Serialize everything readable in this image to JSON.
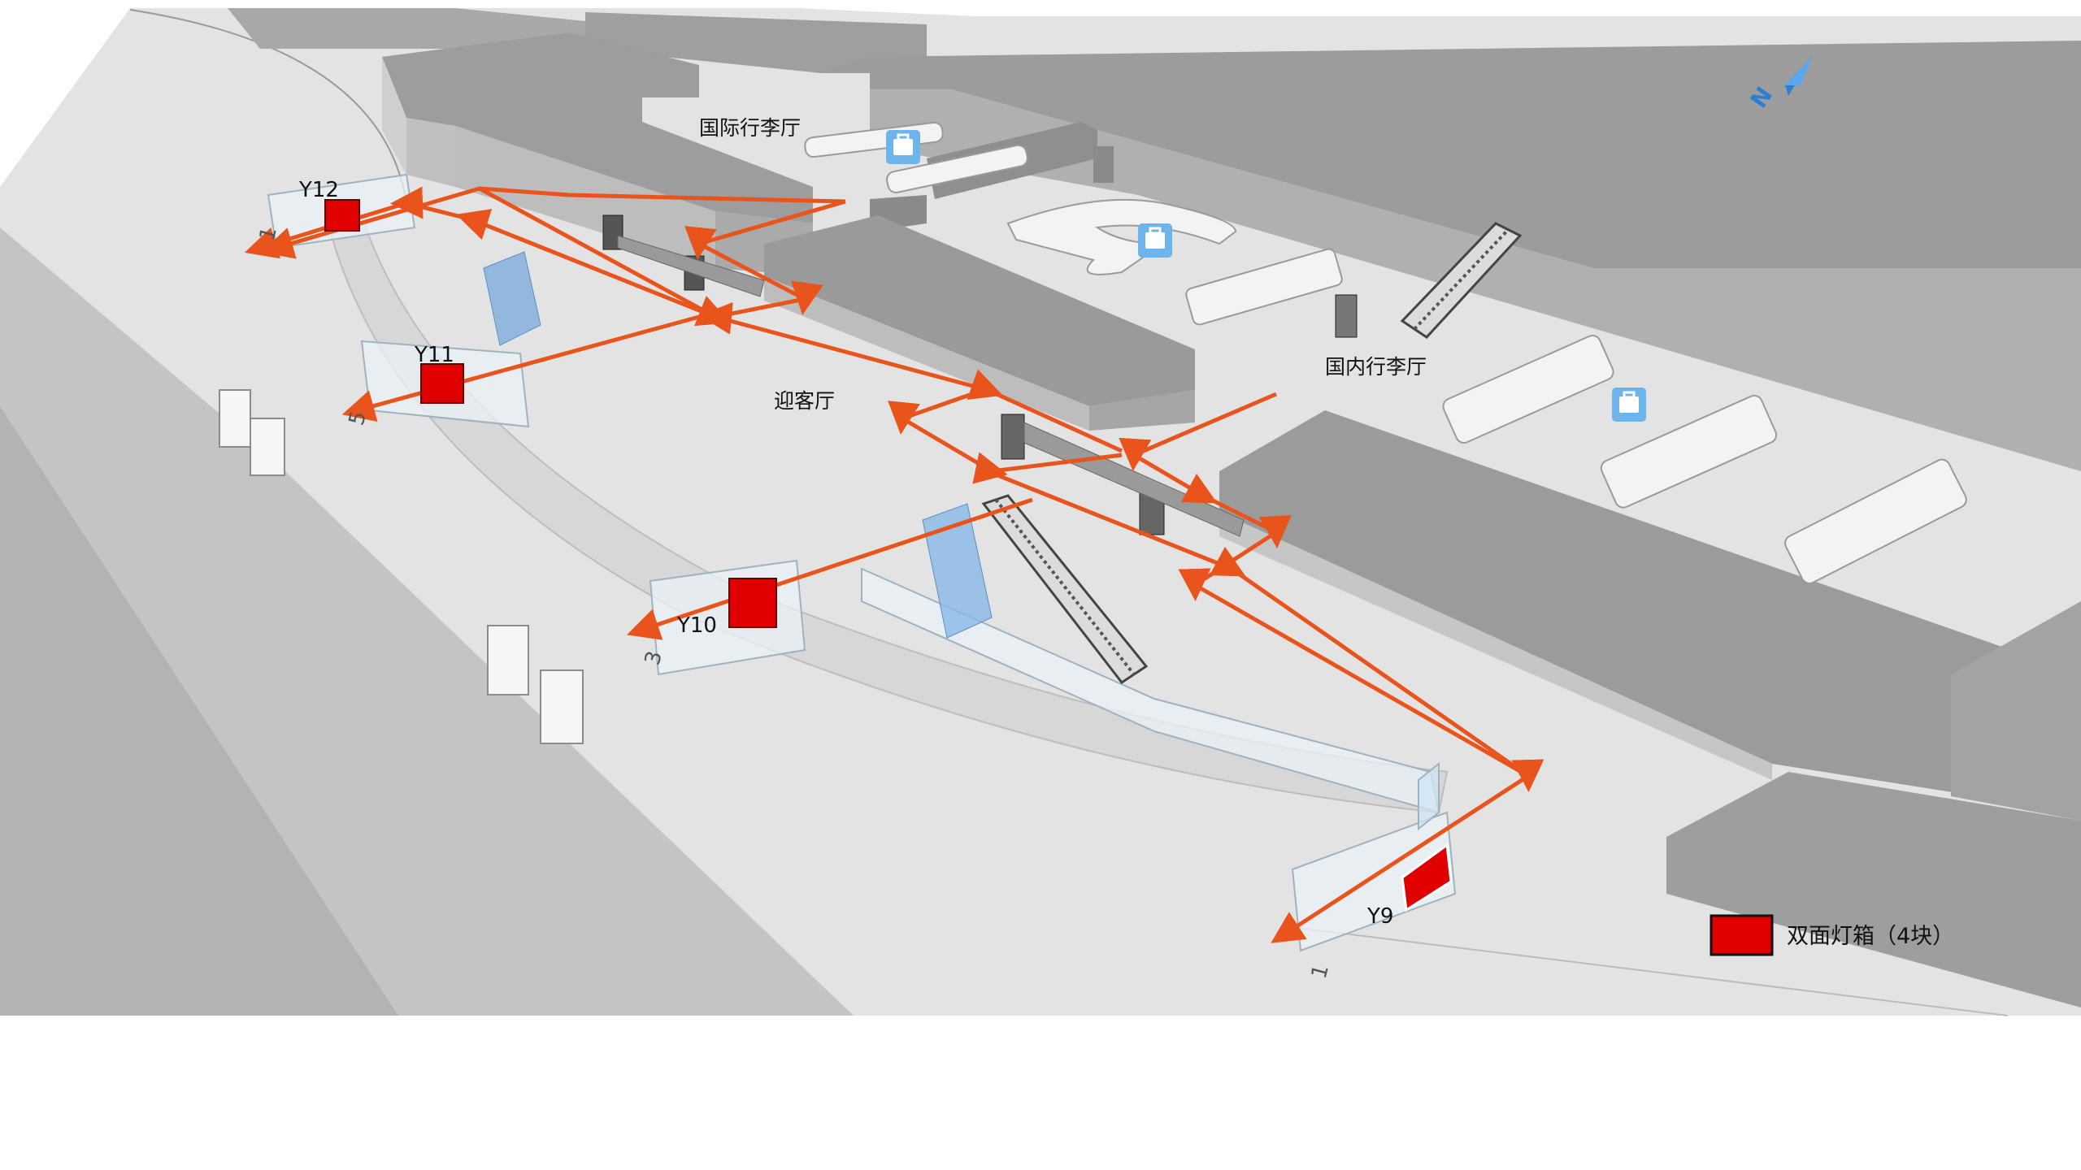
{
  "colors": {
    "route": "#e8541c",
    "light_box": "#e00000",
    "floor": "#e1e1e1",
    "building_top": "#9c9c9c",
    "building_side": "#bdbdbd",
    "glass": "#9cc3ea",
    "north_arrow": "#2c7fd0"
  },
  "compass": {
    "label": "N"
  },
  "areas": {
    "international_baggage": "国际行李厅",
    "domestic_baggage": "国内行李厅",
    "arrival_hall": "迎客厅"
  },
  "markers": [
    {
      "id": "Y12",
      "label": "Y12"
    },
    {
      "id": "Y11",
      "label": "Y11"
    },
    {
      "id": "Y10",
      "label": "Y10"
    },
    {
      "id": "Y9",
      "label": "Y9"
    }
  ],
  "exits": [
    {
      "label": "1"
    },
    {
      "label": "5"
    },
    {
      "label": "3"
    },
    {
      "label": "1"
    }
  ],
  "icons": [
    "baggage-claim-icon",
    "escalator-icon",
    "north-arrow-icon",
    "ticket-kiosk-icon"
  ],
  "legend": {
    "label": "双面灯箱（4块）"
  }
}
